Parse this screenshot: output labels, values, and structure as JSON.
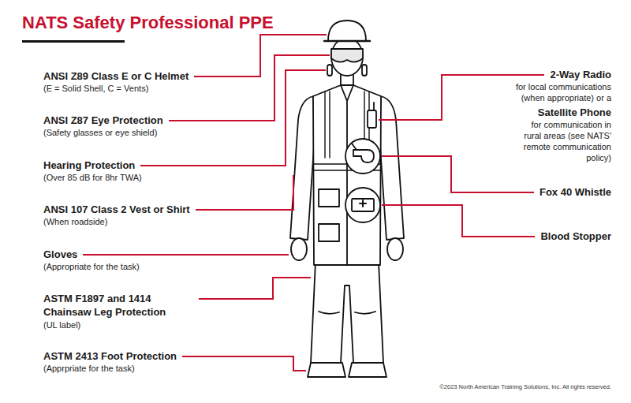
{
  "diagram": {
    "title": "NATS Safety Professional PPE",
    "labels": [
      "ANSI Z89 Class E or C Helmet",
      "(E = Solid Shell, C = Vents)",
      "ANSI Z87 Eye Protection",
      "(Safety glasses or eye shield)",
      "Hearing Protection",
      "(Over 85 dB for 8hr TWA)",
      "ANSI 107 Class 2 Vest or Shirt",
      "(When roadside)",
      "Gloves",
      "(Appropriate for the task)",
      "ASTM F1897 and 1414 Chainsaw Leg Protection",
      "(UL label)",
      "ASTM 2413 Foot Protection",
      "(Apprpriate for the task)",
      "2-Way Radio",
      "for local communications (when appropriate) or a",
      "Satellite Phone",
      "for communication in rural areas (see NATS' remote communication policy)",
      "Fox 40 Whistle",
      "Blood Stopper",
      "©2023 North American Training Solutions, Inc. All rights reserved."
    ]
  }
}
